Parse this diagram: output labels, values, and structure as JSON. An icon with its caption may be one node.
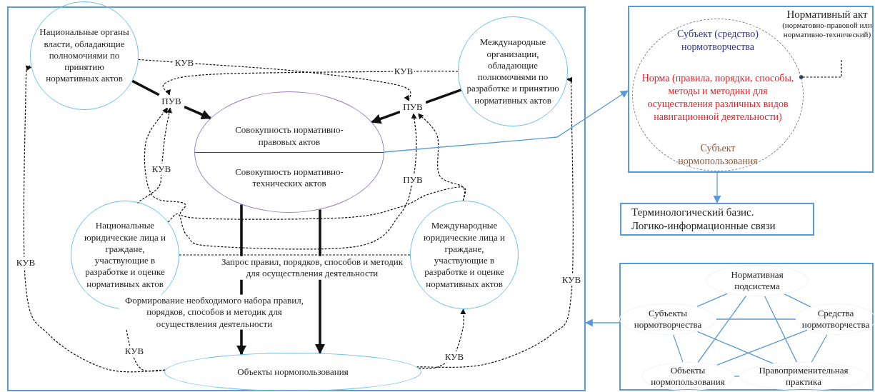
{
  "diagram": {
    "nodes": [
      {
        "text": [],
        "shape": "box"
      },
      {
        "text": [
          "Национальные органы власти, обладающие полномочиями по принятию нормативных актов"
        ],
        "in": 0
      },
      {
        "text": [
          "Международные организации, обладающие полномочиями по разработке и принятию нормативных актов"
        ],
        "in": 0
      },
      {
        "text": [
          "Совокупность нормативно-правовых актов",
          "Совокупность нормативно-технических актов"
        ],
        "in": 0
      },
      {
        "text": [
          "ПУВ"
        ],
        "in": 0
      },
      {
        "text": [
          "ПУВ"
        ],
        "in": 0
      },
      {
        "text": [
          "Национальные юридические лица и граждане, участвующие в разработке и оценке нормативных актов"
        ],
        "in": 0
      },
      {
        "text": [
          "Международные юридические лица и граждане, участвующие в разработке и оценке нормативных актов"
        ],
        "in": 0
      },
      {
        "text": [
          "Объекты нормопользования"
        ],
        "in": 0
      },
      {
        "text": [],
        "shape": "box"
      },
      {
        "text": [
          "Субъект (средство) нормотворчества",
          "Норма (правила, порядки, способы, методы и методики для осуществления различных видов навигационной деятельности)",
          "Субъект нормопользования"
        ],
        "in": 9
      },
      {
        "text": [
          "Нормативный акт",
          "(норматовно-правовой или нормативно-технический)"
        ],
        "in": 9
      },
      {
        "text": [
          "Терминологический базис. Логико-информационные связи"
        ]
      },
      {
        "text": [],
        "shape": "box"
      },
      {
        "text": [
          "Нормативная подсистема"
        ],
        "in": 13
      },
      {
        "text": [
          "Субъекты нормотворчества"
        ],
        "in": 13
      },
      {
        "text": [
          "Средства нормотворчества"
        ],
        "in": 13
      },
      {
        "text": [
          "Объекты нормопользования"
        ],
        "in": 13
      },
      {
        "text": [
          "Правоприменительная практика"
        ],
        "in": 13
      }
    ],
    "edges": [
      {
        "from": 1,
        "to": 4,
        "arrow": "none",
        "style": "thick"
      },
      {
        "from": 4,
        "to": 3,
        "arrow": "to",
        "style": "thick"
      },
      {
        "from": 2,
        "to": 5,
        "arrow": "none",
        "style": "thick"
      },
      {
        "from": 5,
        "to": 3,
        "arrow": "to",
        "style": "thick"
      },
      {
        "from": 1,
        "to": 5,
        "arrow": "to",
        "style": "dashed",
        "label": "КУВ"
      },
      {
        "from": 2,
        "to": 4,
        "arrow": "to",
        "style": "dashed",
        "label": "КУВ"
      },
      {
        "from": 6,
        "to": 4,
        "arrow": "to",
        "style": "dashed",
        "label": "КУВ"
      },
      {
        "from": 7,
        "to": 4,
        "arrow": "to",
        "style": "dashed"
      },
      {
        "from": 6,
        "to": 7,
        "arrow": "none",
        "style": "dashed"
      },
      {
        "from": 6,
        "to": 5,
        "arrow": "to",
        "style": "dashed",
        "label": "ПУВ"
      },
      {
        "from": 7,
        "to": 5,
        "arrow": "to",
        "style": "dashed"
      },
      {
        "from": 3,
        "to": 8,
        "arrow": "to",
        "style": "thick",
        "label": "Формирование необходимого набора правил, порядков, способов и методик для осуществления деятельности"
      },
      {
        "from": 3,
        "to": 8,
        "arrow": "to",
        "style": "thick",
        "label": "Запрос правил, порядков, способов и методик для осуществления деятельности"
      },
      {
        "from": 8,
        "to": 1,
        "arrow": "to",
        "style": "dashed",
        "label": "КУВ"
      },
      {
        "from": 8,
        "to": 2,
        "arrow": "to",
        "style": "dashed",
        "label": "КУВ"
      },
      {
        "from": 8,
        "to": 6,
        "arrow": "to",
        "style": "dashed",
        "label": "КУВ"
      },
      {
        "from": 8,
        "to": 7,
        "arrow": "to",
        "style": "dashed",
        "label": "КУВ"
      },
      {
        "from": 3,
        "to": 9,
        "arrow": "to",
        "color": "#5b9bd5"
      },
      {
        "from": 11,
        "to": 10,
        "arrow": "other",
        "style": "dashed"
      },
      {
        "from": 9,
        "to": 12,
        "arrow": "to",
        "color": "#5b9bd5"
      },
      {
        "from": 13,
        "to": 0,
        "arrow": "to",
        "color": "#5b9bd5"
      },
      {
        "from": 14,
        "to": 15,
        "arrow": "none",
        "color": "#5b9bd5"
      },
      {
        "from": 14,
        "to": 16,
        "arrow": "none",
        "color": "#5b9bd5"
      },
      {
        "from": 14,
        "to": 17,
        "arrow": "none",
        "color": "#5b9bd5"
      },
      {
        "from": 14,
        "to": 18,
        "arrow": "none",
        "color": "#5b9bd5"
      },
      {
        "from": 15,
        "to": 16,
        "arrow": "none",
        "color": "#5b9bd5"
      },
      {
        "from": 15,
        "to": 17,
        "arrow": "none",
        "color": "#5b9bd5"
      },
      {
        "from": 15,
        "to": 18,
        "arrow": "none",
        "color": "#5b9bd5"
      },
      {
        "from": 16,
        "to": 17,
        "arrow": "none",
        "color": "#5b9bd5"
      },
      {
        "from": 16,
        "to": 18,
        "arrow": "none",
        "color": "#5b9bd5"
      },
      {
        "from": 17,
        "to": 18,
        "arrow": "none",
        "color": "#5b9bd5"
      }
    ]
  }
}
